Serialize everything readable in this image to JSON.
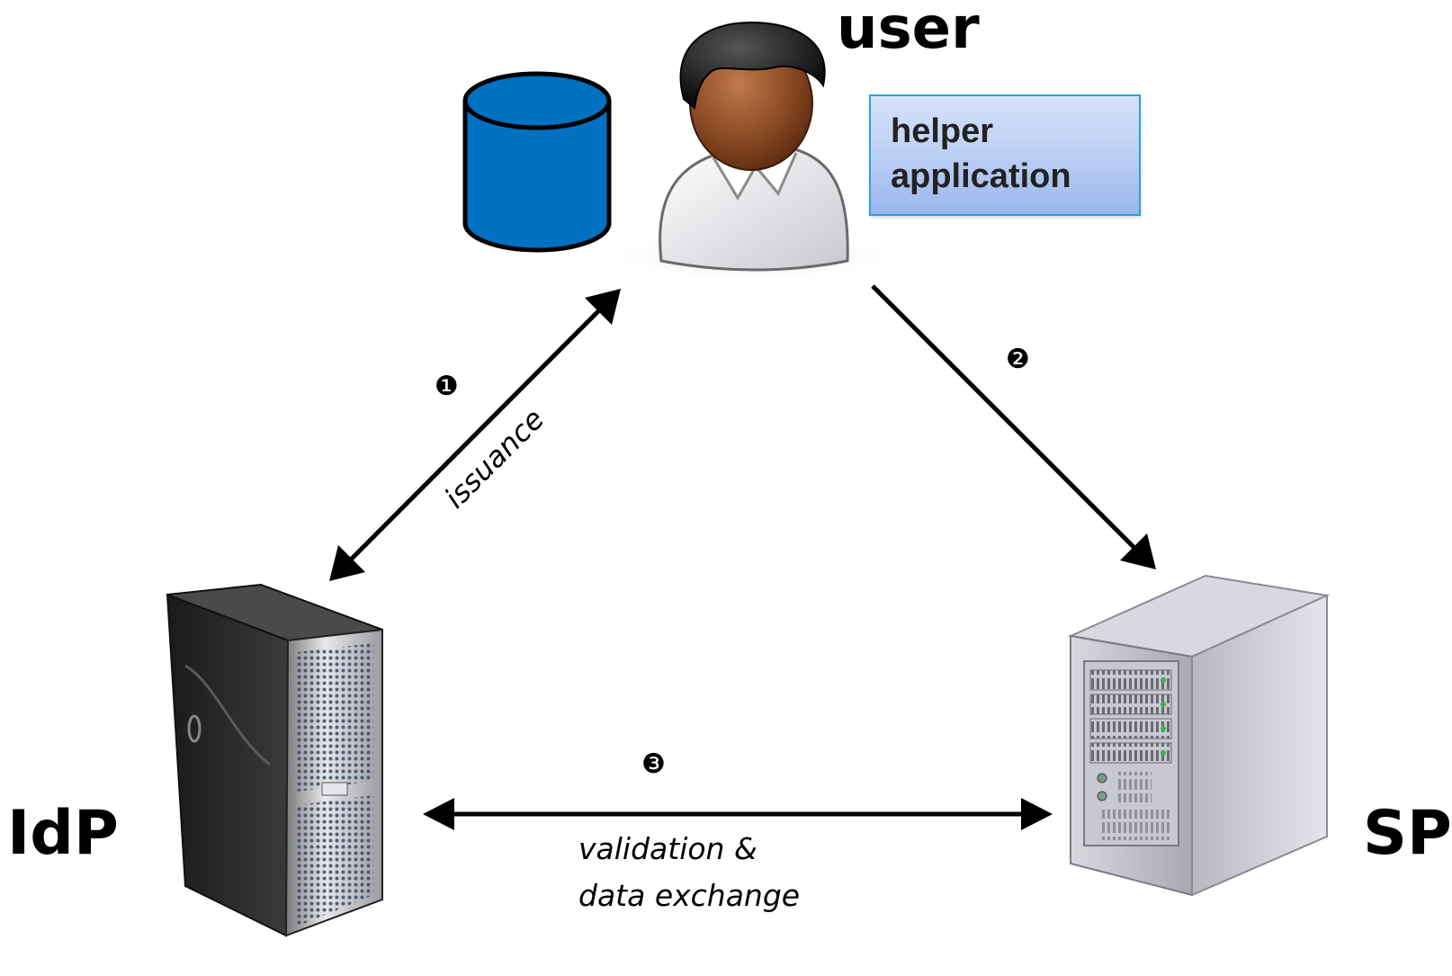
{
  "nodes": {
    "user": {
      "label": "user"
    },
    "idp": {
      "label": "IdP"
    },
    "sp": {
      "label": "SP"
    },
    "helper": {
      "line1": "helper",
      "line2": "application"
    }
  },
  "flows": [
    {
      "step": "❶",
      "label": "issuance",
      "from": "user",
      "to": "IdP",
      "direction": "bidirectional"
    },
    {
      "step": "❷",
      "label": "",
      "from": "user",
      "to": "SP",
      "direction": "one-way"
    },
    {
      "step": "❸",
      "label_line1": "validation &",
      "label_line2": "data exchange",
      "from": "IdP",
      "to": "SP",
      "direction": "bidirectional"
    }
  ],
  "colors": {
    "database": "#0070c0",
    "helper_border": "#29a3d8",
    "helper_fill": "#b9cdf3",
    "arrow": "#000000",
    "skin": "#8a4a24",
    "hair": "#1a1a1a",
    "idp_server": "#2b2b2b",
    "sp_server": "#c4c4cc"
  }
}
